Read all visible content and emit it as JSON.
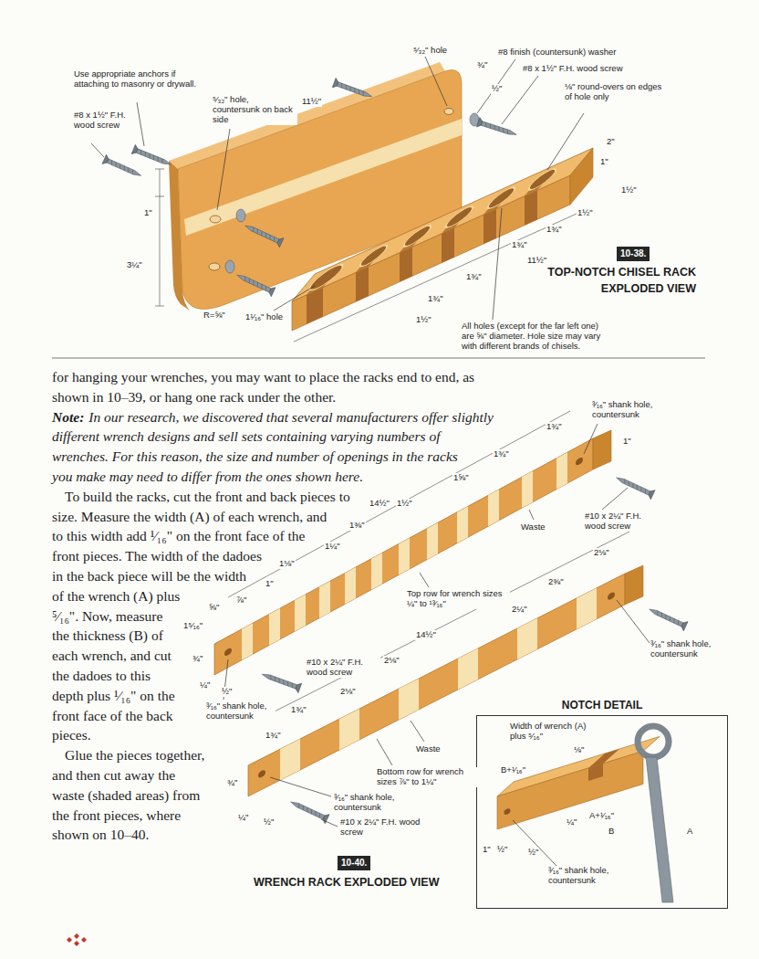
{
  "diagram": {
    "nodes": [
      {
        "text": [
          "10-38."
        ]
      },
      {
        "text": [
          "NOTCH DETAIL"
        ]
      },
      {
        "text": [
          "10-40."
        ]
      }
    ],
    "labels": [
      "for hanging your wrenches, you may want to place the racks end to end, as shown in 10–39, or hang one rack under the other.",
      "Note:",
      "In our research, we discovered that several manufacturers offer slightly different wrench designs and sell sets containing varying numbers of wrenches. For this reason, the size and number of openings in the racks you make may need to differ from the ones shown here.",
      "To build the racks, cut the front and back pieces to size. Measure the width (A) of each wrench, and to this width add ¹⁄₁₆\" on the front face of the front pieces. The width of the dadoes in the back piece will be the width of the wrench (A) plus ⁵⁄₁₆\". Now, measure the thickness (B) of each wrench, and cut the dadoes to this depth plus ¹⁄₁₆\" on the front face of the back pieces.",
      "Glue the pieces together, and then cut away the waste (shaded areas) from the front pieces, where shown on 10–40.",
      "Use appropriate anchors if attaching to masonry or drywall.",
      "⁵⁄₃₂\" hole",
      "#8 finish (countersunk) washer",
      "¾\"",
      "#8 x 1½\" F.H. wood screw",
      "½\"",
      "⅛\" round-overs on edges of hole only",
      "⁵⁄₃₂\" hole, countersunk on back side",
      "11½\"",
      "#8 x 1½\" F.H. wood screw",
      "2\"",
      "1\"",
      "1½\"",
      "1\"",
      "1½\"",
      "1¾\"",
      "1¾\"",
      "11½\"",
      "3¼\"",
      "1¾\"",
      "R=⅝\"",
      "1¾\"",
      "1¹⁄₁₆\" hole",
      "1½\"",
      "All holes (except for the far left one) are ⅝\" diameter. Hole size may vary with different brands of chisels.",
      "TOP-NOTCH CHISEL RACK EXPLODED VIEW",
      "³⁄₁₆\" shank hole, countersunk",
      "1¾\"",
      "1\"",
      "1¾\"",
      "1⅝\"",
      "14½\"",
      "1½\"",
      "Waste",
      "#10 x 2¼\" F.H. wood screw",
      "1⅜\"",
      "1¼\"",
      "2⅛\"",
      "1⅛\"",
      "1\"",
      "2⅜\"",
      "Top row for wrench sizes ¼\" to ¹³⁄₁₆\"",
      "⅞\"",
      "⅝\"",
      "2¼\"",
      "1⁵⁄₁₆\"",
      "14½\"",
      "³⁄₁₆\" shank hole, countersunk",
      "¾\"",
      "#10 x 2¼\" F.H. wood screw",
      "2⅛\"",
      "¼\"",
      "2⅛\"",
      "½\"",
      "³⁄₁₆\" shank hole, countersunk",
      "1¾\"",
      "1¾\"",
      "Waste",
      "Bottom row for wrench sizes ⅞\" to 1¼\"",
      "¾\"",
      "³⁄₁₆\" shank hole, countersunk",
      "¼\"",
      "½\"",
      "#10 x 2¼\" F.H. wood screw",
      "WRENCH RACK EXPLODED VIEW",
      "Width of wrench (A) plus ⁵⁄₁₆\"",
      "⅛\"",
      "B+¹⁄₁₆\"",
      "A+¹⁄₁₆\"",
      "¼\"",
      "B",
      "A",
      "1\"",
      "½\"",
      "½\"",
      "³⁄₁₆\" shank hole, countersunk"
    ]
  }
}
